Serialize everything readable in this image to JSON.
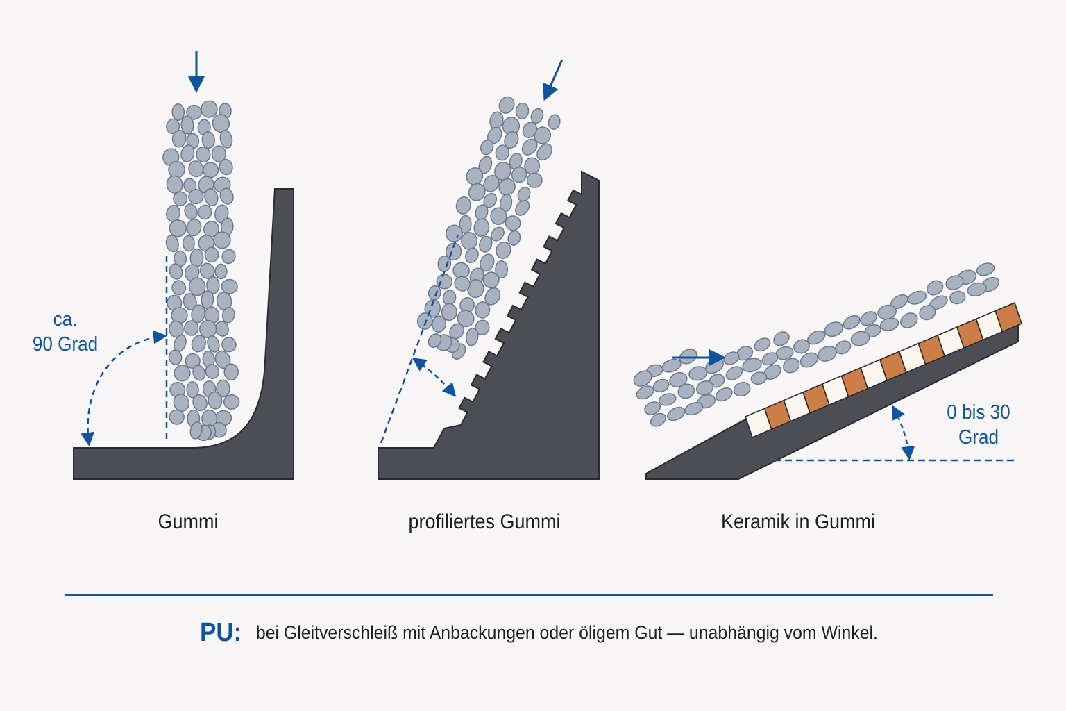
{
  "panels": [
    {
      "id": "gummi",
      "caption": "Gummi",
      "angle_label": [
        "ca.",
        "90 Grad"
      ]
    },
    {
      "id": "profiliertes-gummi",
      "caption": "profiliertes Gummi"
    },
    {
      "id": "keramik-in-gummi",
      "caption": "Keramik in Gummi",
      "angle_label": [
        "0 bis 30",
        "Grad"
      ]
    }
  ],
  "footer": {
    "prefix": "PU:",
    "note": "bei Gleitverschleiß mit Anbackungen oder öligem Gut — unabhängig vom Winkel."
  },
  "colors": {
    "liner": "#4d4e55",
    "liner_outline": "#2a2b30",
    "particle_fill": "#a8b2c0",
    "particle_stroke": "#6d7888",
    "accent_blue": "#10539e",
    "ceramic_orange": "#cd7d46",
    "ceramic_light": "#fbf6ee"
  }
}
